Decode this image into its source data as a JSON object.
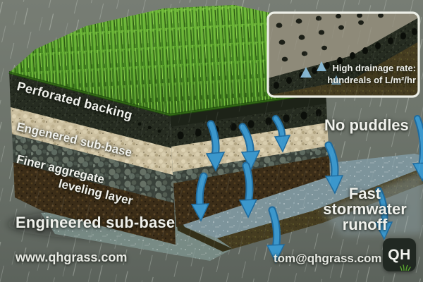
{
  "layer_labels": {
    "perforated_backing": "Perforated backing",
    "engenered_subbase": "Engenered sub-base",
    "finer_aggregate_line1": "Finer aggregate",
    "finer_aggregate_line2": "leveling layer",
    "engineered_subbase": "Engineered sub-base"
  },
  "callouts": {
    "no_puddles": "No puddles",
    "fast_runoff_line1": "Fast",
    "fast_runoff_line2": "stormwater",
    "fast_runoff_line3": "runoff"
  },
  "inset": {
    "caption_line1": "High drainage rate:",
    "caption_line2": "hundreals of L/m²/hr"
  },
  "contact": {
    "website": "www.qhgrass.com",
    "email": "tom@qhgrass.com"
  },
  "logo": {
    "text": "QH"
  },
  "colors": {
    "background": "#6b7268",
    "grass_green": "#5aa52e",
    "backing_dark": "#262c21",
    "subbase_cream": "#ccc0a0",
    "aggregate_gray": "#5c665c",
    "soil_brown": "#3b2d18",
    "arrow_blue": "#3b97cc",
    "water_gray_blue": "#7d949b",
    "text_white": "#f0f1ec",
    "inset_border": "#edefe7",
    "logo_bg": "#212822"
  }
}
